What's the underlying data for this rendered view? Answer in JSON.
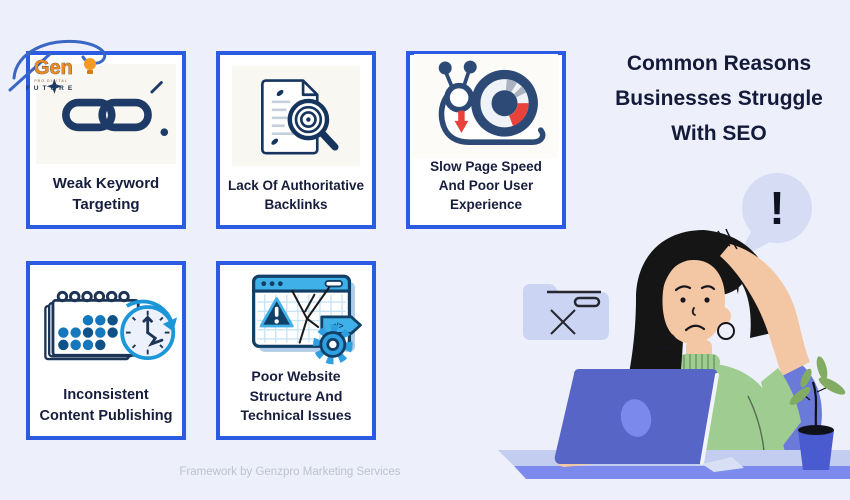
{
  "page": {
    "background_color": "#EDF0FA",
    "accent_blue": "#2B5BE3",
    "text_navy": "#141A39"
  },
  "logo": {
    "brand": "Gen",
    "tagline_top": "PRO DIGITAL",
    "tagline_bottom": "FUTURE"
  },
  "title": {
    "lines": [
      "Common Reasons",
      "Businesses Struggle",
      "With SEO"
    ]
  },
  "cards": [
    {
      "icon": "chain-link-icon",
      "lines": [
        "Weak Keyword",
        "Targeting"
      ]
    },
    {
      "icon": "document-magnifier-icon",
      "lines": [
        "Lack Of Authoritative",
        "Backlinks"
      ]
    },
    {
      "icon": "snail-speedometer-icon",
      "lines": [
        "Slow Page Speed",
        "And Poor User",
        "Experience"
      ]
    },
    {
      "icon": "calendar-clock-icon",
      "lines": [
        "Inconsistent",
        "Content Publishing"
      ]
    },
    {
      "icon": "broken-website-gear-icon",
      "lines": [
        "Poor Website",
        "Structure And",
        "Technical Issues"
      ]
    }
  ],
  "illustration": {
    "speech_text": "!",
    "code_tag_text": "</>"
  },
  "footer": {
    "credit": "Framework by Genzpro Marketing Services"
  }
}
